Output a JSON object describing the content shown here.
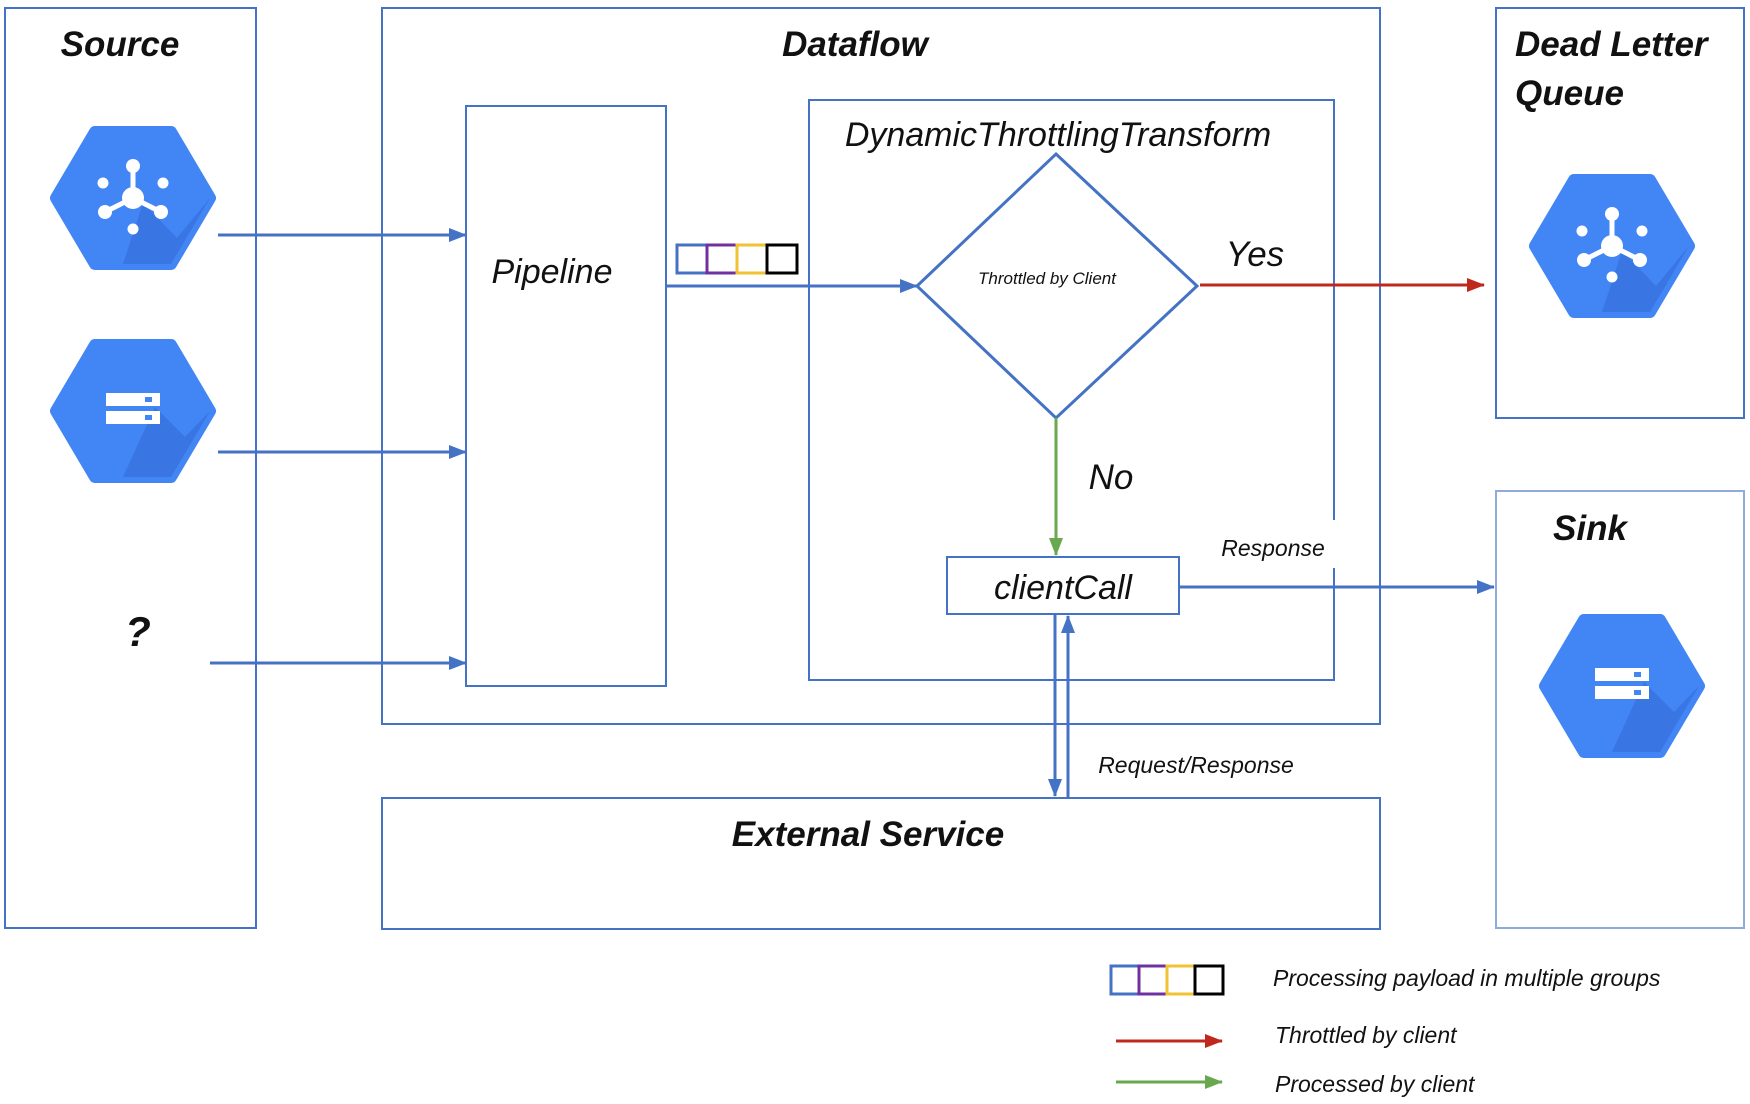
{
  "titles": {
    "source": "Source",
    "dataflow": "Dataflow",
    "dlq_line1": "Dead Letter",
    "dlq_line2": "Queue",
    "sink": "Sink",
    "external": "External Service"
  },
  "nodes": {
    "pipeline": "Pipeline",
    "transform": "DynamicThrottlingTransform",
    "decision": "Throttled by Client",
    "client_call": "clientCall",
    "unknown_source": "?"
  },
  "edge_labels": {
    "yes": "Yes",
    "no": "No",
    "response": "Response",
    "request_response": "Request/Response"
  },
  "legend": {
    "groups": "Processing payload in multiple groups",
    "throttled": "Throttled by client",
    "processed": "Processed by client"
  },
  "icons": {
    "source_pubsub": "pubsub-icon",
    "source_storage": "storage-icon",
    "dlq_pubsub": "pubsub-icon",
    "sink_storage": "storage-icon"
  },
  "colors": {
    "flow_blue": "#4472c4",
    "throttled_red": "#c0281e",
    "processed_green": "#6aa84f",
    "icon_blue": "#4285f4",
    "group_colors": [
      "#4472c4",
      "#7030a0",
      "#f1c232",
      "#000000"
    ]
  }
}
